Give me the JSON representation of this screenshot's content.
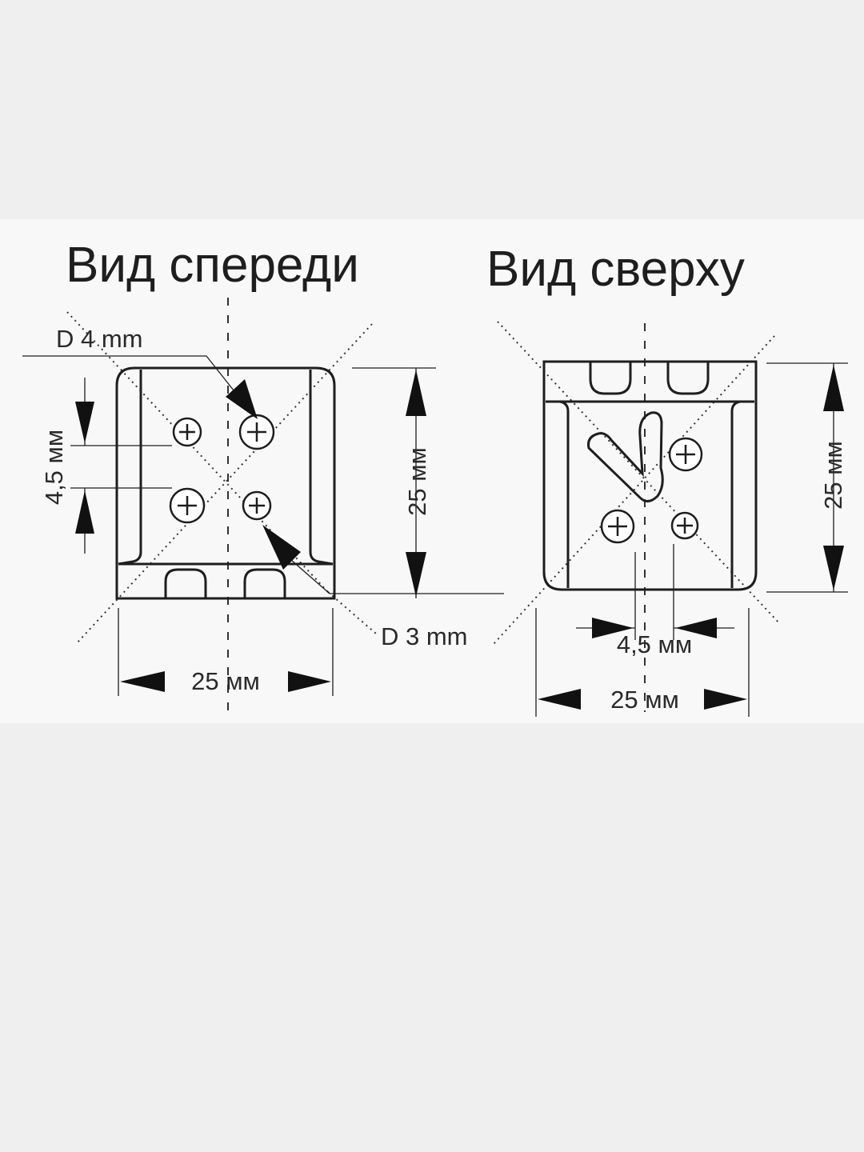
{
  "colors": {
    "background": "#efefef",
    "panel": "#f8f8f8",
    "ink": "#1e1e1e"
  },
  "front_view": {
    "title": "Вид спереди",
    "hole_large": "D 4 mm",
    "hole_small": "D 3 mm",
    "spacing": "4,5 мм",
    "height": "25 мм",
    "width": "25 мм"
  },
  "top_view": {
    "title": "Вид сверху",
    "spacing": "4,5 мм",
    "height": "25 мм",
    "width": "25 мм"
  }
}
